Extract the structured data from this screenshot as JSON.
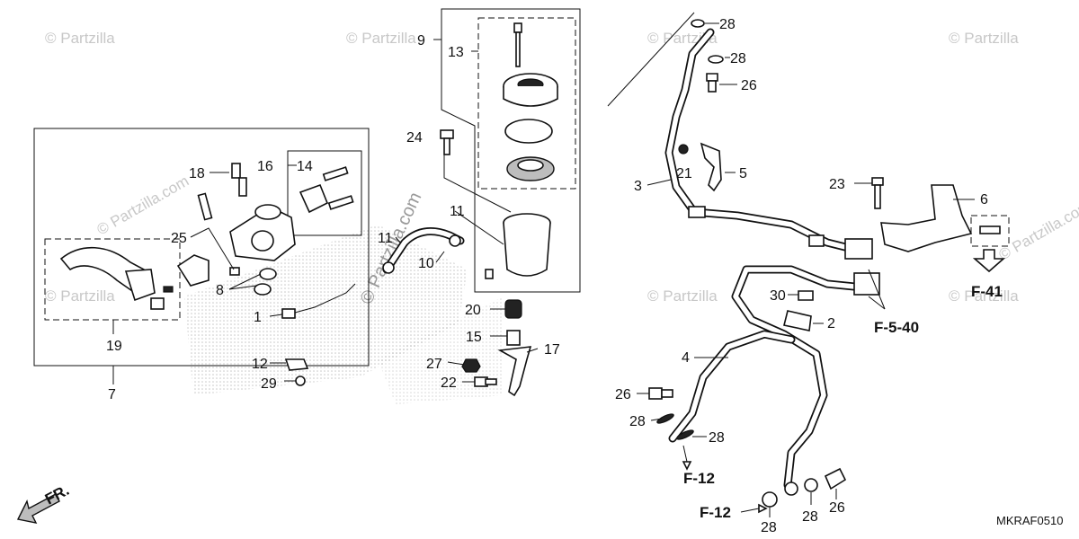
{
  "watermarks": {
    "repeat": "© Partzilla",
    "diagonal": "© Partzilla.com",
    "center": "© Partzilla.com"
  },
  "callouts": {
    "p1": "1",
    "p2": "2",
    "p3": "3",
    "p4": "4",
    "p5": "5",
    "p6": "6",
    "p7": "7",
    "p8": "8",
    "p9": "9",
    "p10": "10",
    "p11a": "11",
    "p11b": "11",
    "p12": "12",
    "p13": "13",
    "p14": "14",
    "p15": "15",
    "p16": "16",
    "p17": "17",
    "p18": "18",
    "p19": "19",
    "p20": "20",
    "p21": "21",
    "p22": "22",
    "p23": "23",
    "p24": "24",
    "p25": "25",
    "p26a": "26",
    "p26b": "26",
    "p26c": "26",
    "p27": "27",
    "p28a": "28",
    "p28b": "28",
    "p28c": "28",
    "p28d": "28",
    "p28e": "28",
    "p28f": "28",
    "p29": "29",
    "p30": "30"
  },
  "references": {
    "f540": "F-5-40",
    "f41": "F-41",
    "f12a": "F-12",
    "f12b": "F-12",
    "front": "FR."
  },
  "diagram_code": "MKRAF0510"
}
